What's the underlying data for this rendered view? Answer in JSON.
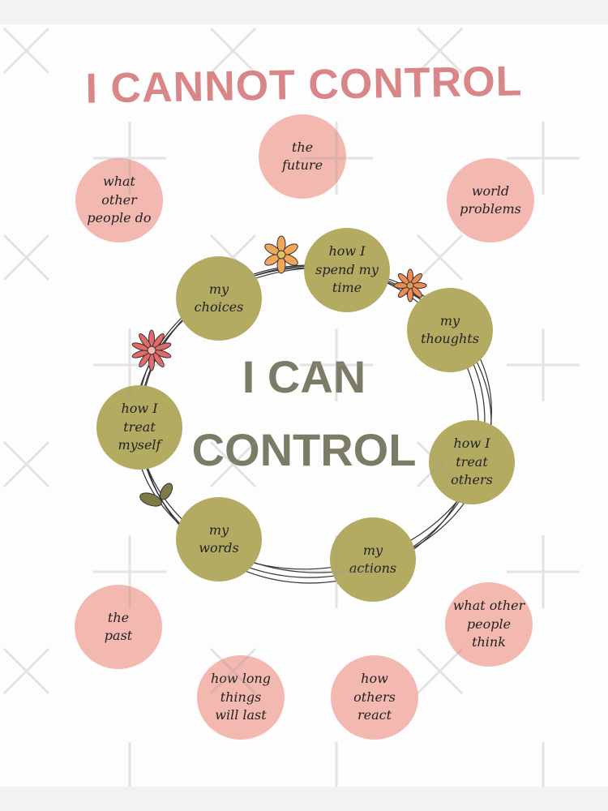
{
  "title_cannot": "I CANNOT CONTROL",
  "title_can_line1": "I CAN",
  "title_can_line2": "CONTROL",
  "colors": {
    "pink_circle": "#f3b9b1",
    "olive_circle": "#b3ab62",
    "title_pink": "#d98688",
    "title_olive": "#7c7b66"
  },
  "cannot_control": [
    "the\nfuture",
    "what\nother\npeople do",
    "world\nproblems",
    "the\npast",
    "how long\nthings\nwill last",
    "how\nothers\nreact",
    "what other\npeople\nthink"
  ],
  "can_control": [
    "my\nchoices",
    "how I\nspend my\ntime",
    "my\nthoughts",
    "how I\ntreat\nmyself",
    "how I\ntreat\nothers",
    "my\nwords",
    "my\nactions"
  ]
}
